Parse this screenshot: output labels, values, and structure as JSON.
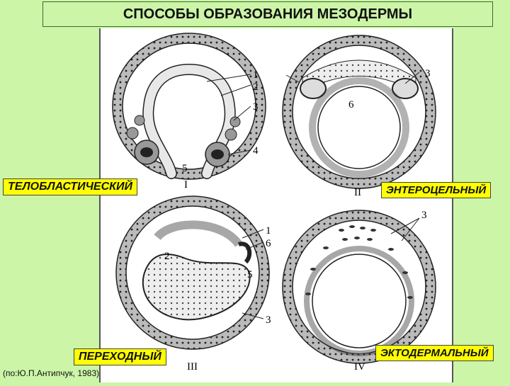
{
  "title": "СПОСОБЫ ОБРАЗОВАНИЯ МЕЗОДЕРМЫ",
  "methods": {
    "teloblastic": "ТЕЛОБЛАСТИЧЕСКИЙ",
    "enterocoelic": "ЭНТЕРОЦЕЛЬНЫЙ",
    "transitional": "ПЕРЕХОДНЫЙ",
    "ectodermal": "ЭКТОДЕРМАЛЬНЫЙ"
  },
  "roman": {
    "i": "I",
    "ii": "II",
    "iii": "III",
    "iv": "IV"
  },
  "numbers": {
    "n1": "1",
    "n2": "2",
    "n3": "3",
    "n4": "4",
    "n5": "5",
    "n6": "6"
  },
  "source": "(по:Ю.П.Антипчук, 1983)"
}
